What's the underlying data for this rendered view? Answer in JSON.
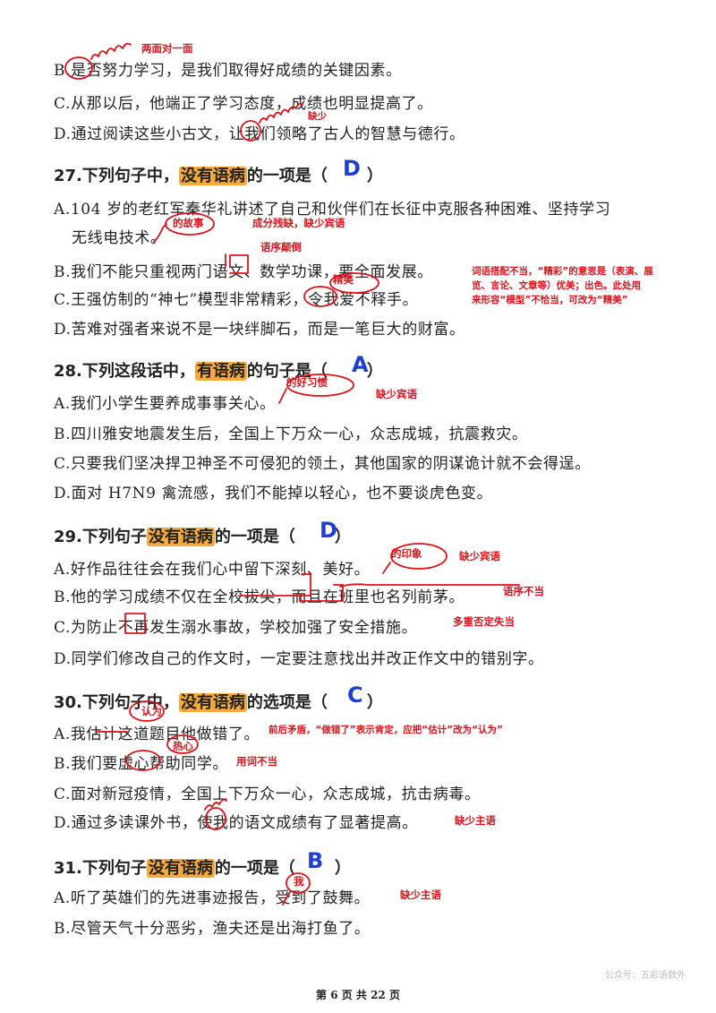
{
  "lines": {
    "b26": "B.是否努力学习，是我们取得好成绩的关键因素。",
    "c26": "C.从那以后，他端正了学习态度，成绩也明显提高了。",
    "d26": "D.通过阅读这些小古文，让我们领略了古人的智慧与德行。"
  },
  "q27": {
    "prefix": "27.下列句子中，",
    "highlight": "没有语病",
    "suffix": "的一项是（",
    "close": "）",
    "answer": "D",
    "a1": "A.104 岁的老红军秦华礼讲述了自己和伙伴们在长征中克服各种困难、坚持学习",
    "a2": "无线电技术。",
    "b": "B.我们不能只重视两门语文、数学功课，要全面发展。",
    "c": "C.王强仿制的“神七”模型非常精彩，令我爱不释手。",
    "d": "D.苦难对强者来说不是一块绊脚石，而是一笔巨大的财富。"
  },
  "q28": {
    "prefix": "28.下列这段话中，",
    "highlight": "有语病",
    "suffix": "的句子是（",
    "close": "）",
    "answer": "A",
    "a": "A.我们小学生要养成事事关心。",
    "b": "B.四川雅安地震发生后，全国上下万众一心，众志成城，抗震救灾。",
    "c": "C.只要我们坚决捍卫神圣不可侵犯的领土，其他国家的阴谋诡计就不会得逞。",
    "d": "D.面对 H7N9 禽流感，我们不能掉以轻心，也不要谈虎色变。"
  },
  "q29": {
    "prefix": "29.下列句子",
    "highlight": "没有语病",
    "suffix": "的一项是（",
    "close": "）",
    "answer": "D",
    "a": "A.好作品往往会在我们心中留下深刻、美好。",
    "b": "B.他的学习成绩不仅在全校拔尖，而且在班里也名列前茅。",
    "c": "C.为防止不再发生溺水事故，学校加强了安全措施。",
    "d": "D.同学们修改自己的作文时，一定要注意找出并改正作文中的错别字。"
  },
  "q30": {
    "prefix": "30.下列句子中，",
    "highlight": "没有语病",
    "suffix": "的选项是（",
    "close": "）",
    "answer": "C",
    "a": "A.我估计这道题目他做错了。",
    "b": "B.我们要虚心帮助同学。",
    "c": "C.面对新冠疫情，全国上下万众一心，众志成城，抗击病毒。",
    "d": "D.通过多读课外书，使我的语文成绩有了显著提高。"
  },
  "q31": {
    "prefix": "31.下列句子",
    "highlight": "没有语病",
    "suffix": "的一项是（",
    "close": "）",
    "answer": "B",
    "a": "A.听了英雄们的先进事迹报告，受到了鼓舞。",
    "b": "B.尽管天气十分恶劣，渔夫还是出海打鱼了。"
  },
  "notes": {
    "n1": "两面对一面",
    "n2": "缺少",
    "n3": "的故事",
    "n4": "成分残缺，缺少宾语",
    "n5": "语序颠倒",
    "n6": "精美",
    "n7a": "词语搭配不当，“精彩”的意思是（表演、展",
    "n7b": "览、言论、文章等）优美；出色。此处用",
    "n7c": "来形容“模型”不恰当，可改为“精美”",
    "n8": "的好习惯",
    "n9": "缺少宾语",
    "n10": "的印象",
    "n11": "缺少宾语",
    "n12": "语序不当",
    "n13": "多重否定失当",
    "n14": "认为",
    "n15": "前后矛盾，“做错了”表示肯定，应把“估计”改为“认为”",
    "n16": "热心",
    "n17": "用词不当",
    "n18": "缺少主语",
    "n19": "我",
    "n20": "缺少主语"
  },
  "watermark": "公众号：五彩语数外",
  "footer": "第 6 页 共 22 页",
  "colors": {
    "highlight": "#f4a93a",
    "annotation": "#e0121a",
    "answer": "#1f3ed6"
  }
}
